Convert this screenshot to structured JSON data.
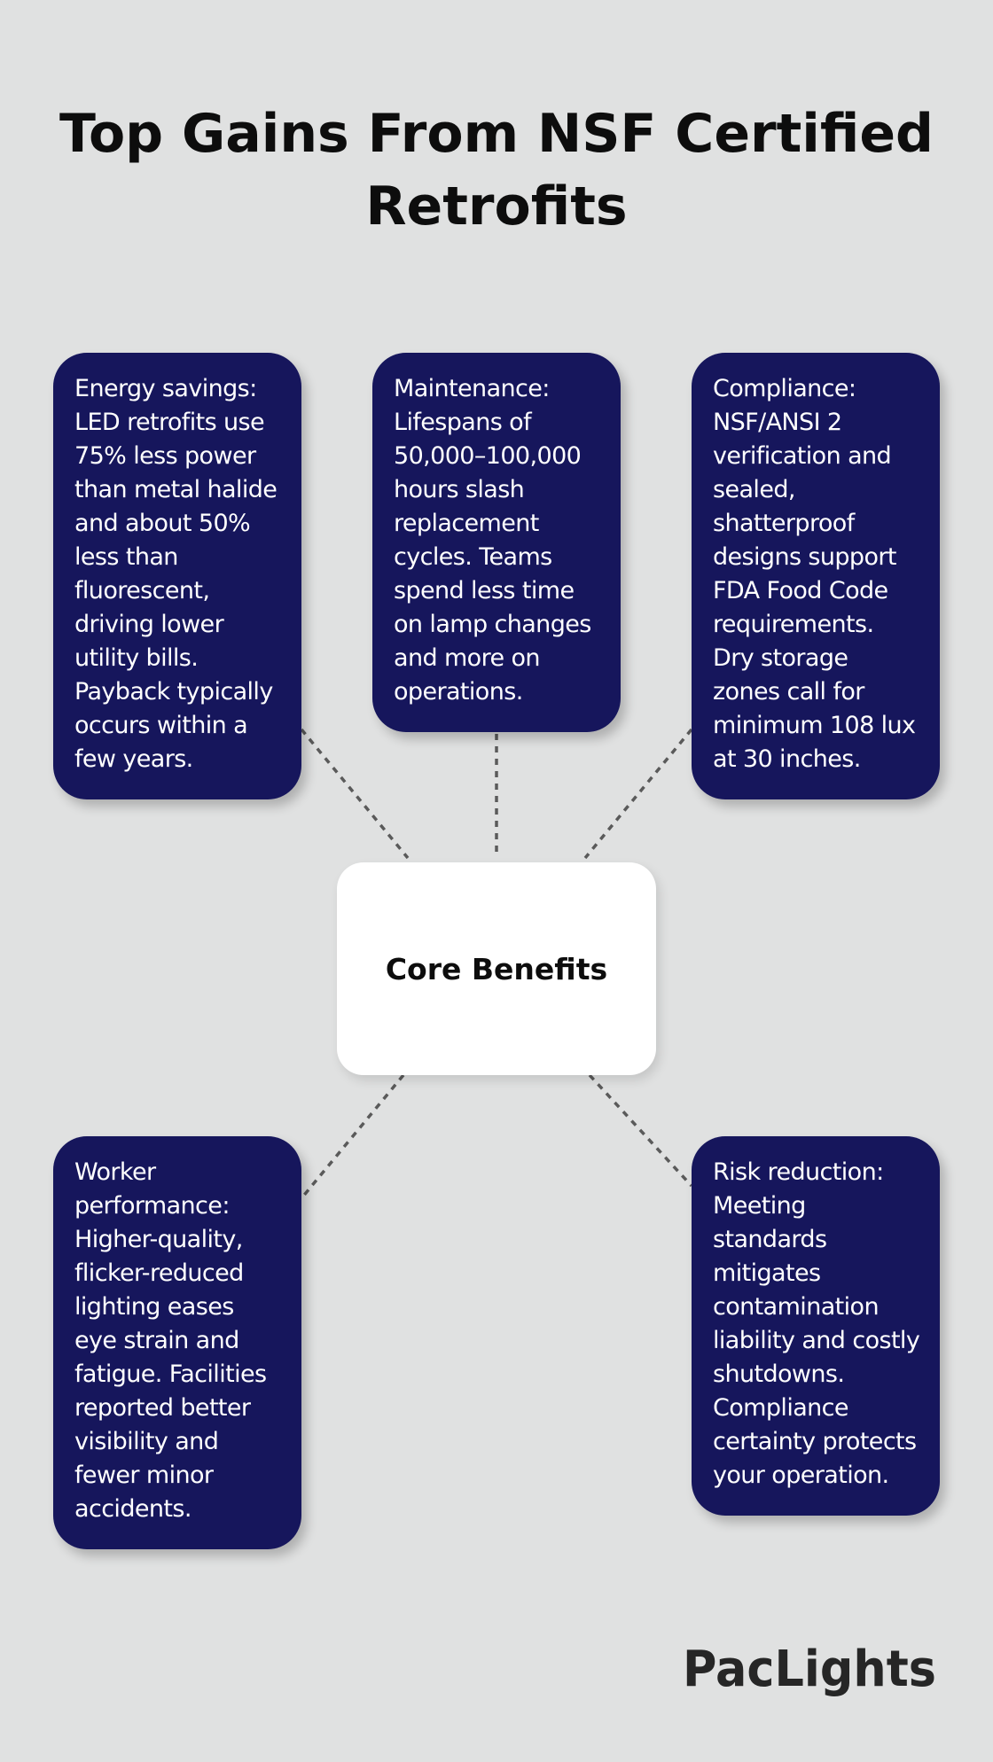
{
  "title": "Top Gains From NSF Certified Retrofits",
  "center": {
    "label": "Core Benefits"
  },
  "cards": {
    "energy": "Energy savings: LED retrofits use 75% less power than metal halide and about 50% less than fluorescent, driving lower utility bills. Payback typically occurs within a few years.",
    "maintenance": "Maintenance: Lifespans of 50,000–100,000 hours slash replacement cycles. Teams spend less time on lamp changes and more on operations.",
    "compliance": "Compliance: NSF/ANSI 2 verification and sealed, shatterproof designs support FDA Food Code requirements. Dry storage zones call for minimum 108 lux at 30 inches.",
    "worker": "Worker performance: Higher-quality, flicker-reduced lighting eases eye strain and fatigue. Facilities reported better visibility and fewer minor accidents.",
    "risk": "Risk reduction: Meeting standards mitigates contamination liability and costly shutdowns. Compliance certainty protects your operation."
  },
  "logo": {
    "text": "PacLights"
  },
  "colors": {
    "background": "#e0e1e1",
    "card": "#16165c",
    "center_box": "#ffffff",
    "connector": "#5a5a5a"
  }
}
